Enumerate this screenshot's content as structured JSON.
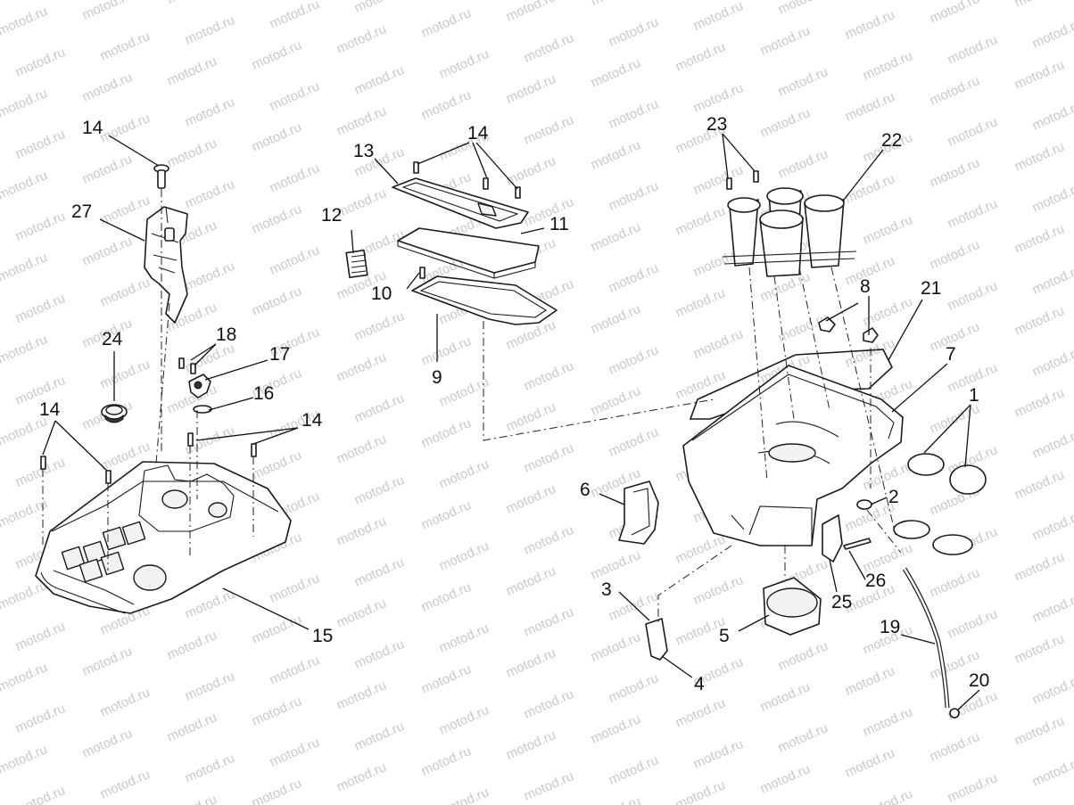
{
  "watermark": "motod.ru",
  "callouts": [
    {
      "id": "c14a",
      "text": "14"
    },
    {
      "id": "c27",
      "text": "27"
    },
    {
      "id": "c24",
      "text": "24"
    },
    {
      "id": "c18",
      "text": "18"
    },
    {
      "id": "c17",
      "text": "17"
    },
    {
      "id": "c16",
      "text": "16"
    },
    {
      "id": "c14b",
      "text": "14"
    },
    {
      "id": "c14c",
      "text": "14"
    },
    {
      "id": "c15",
      "text": "15"
    },
    {
      "id": "c13",
      "text": "13"
    },
    {
      "id": "c14d",
      "text": "14"
    },
    {
      "id": "c12",
      "text": "12"
    },
    {
      "id": "c11",
      "text": "11"
    },
    {
      "id": "c10",
      "text": "10"
    },
    {
      "id": "c9",
      "text": "9"
    },
    {
      "id": "c23",
      "text": "23"
    },
    {
      "id": "c22",
      "text": "22"
    },
    {
      "id": "c8",
      "text": "8"
    },
    {
      "id": "c21",
      "text": "21"
    },
    {
      "id": "c7",
      "text": "7"
    },
    {
      "id": "c1",
      "text": "1"
    },
    {
      "id": "c6",
      "text": "6"
    },
    {
      "id": "c2",
      "text": "2"
    },
    {
      "id": "c26",
      "text": "26"
    },
    {
      "id": "c25",
      "text": "25"
    },
    {
      "id": "c3",
      "text": "3"
    },
    {
      "id": "c5",
      "text": "5"
    },
    {
      "id": "c4",
      "text": "4"
    },
    {
      "id": "c19",
      "text": "19"
    },
    {
      "id": "c20",
      "text": "20"
    }
  ]
}
